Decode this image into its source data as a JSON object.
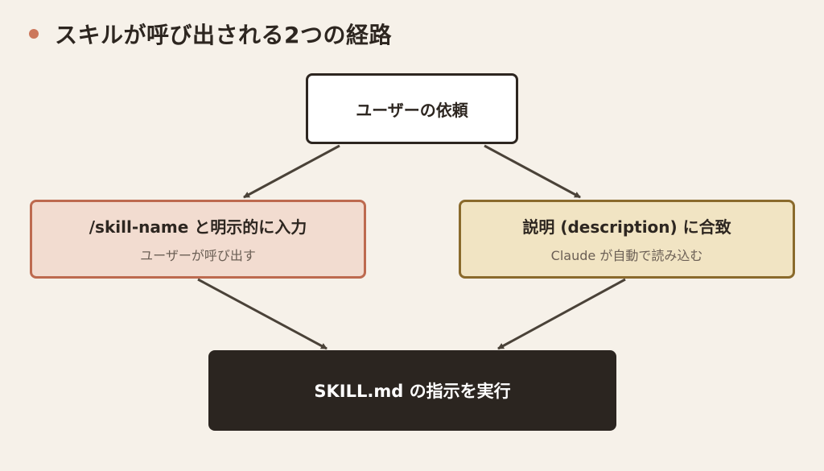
{
  "title": "スキルが呼び出される2つの経路",
  "nodes": {
    "top": {
      "label": "ユーザーの依頼"
    },
    "left": {
      "label": "/skill-name と明示的に入力",
      "sub": "ユーザーが呼び出す"
    },
    "right": {
      "label": "説明 (description) に合致",
      "sub": "Claude が自動で読み込む"
    },
    "bottom": {
      "label": "SKILL.md の指示を実行"
    }
  },
  "colors": {
    "background": "#f6f1e9",
    "accent": "#cc785c",
    "left_fill": "#f2dcd0",
    "left_border": "#bd6a4f",
    "right_fill": "#f1e4c3",
    "right_border": "#8a6a2c",
    "bottom_fill": "#2b2520",
    "arrow": "#4a4238"
  }
}
